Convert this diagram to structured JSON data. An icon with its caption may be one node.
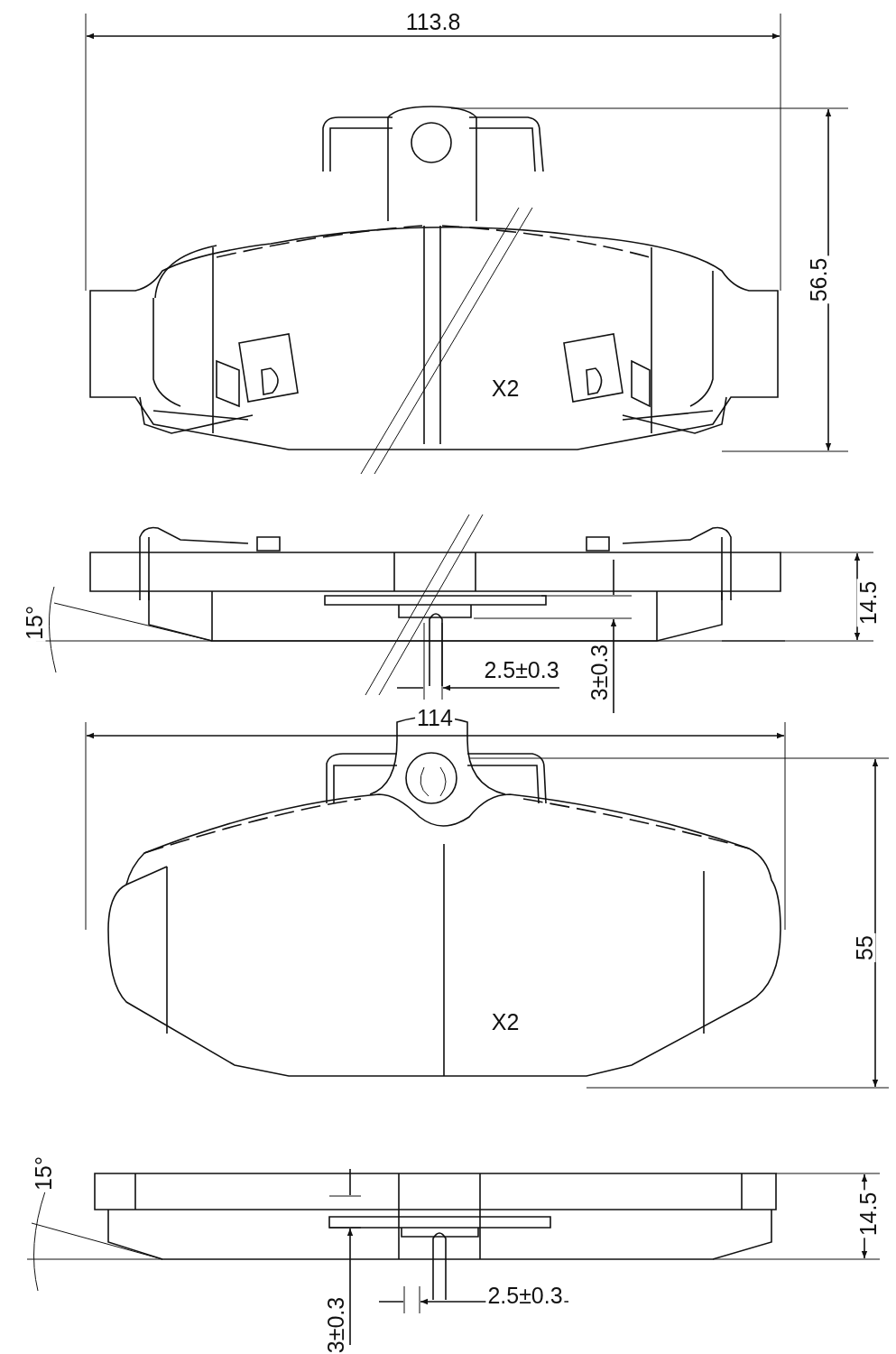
{
  "diagram": {
    "labels": [
      "113.8",
      "56.5",
      "X2",
      "15°",
      "14.5",
      "2.5±0.3",
      "3±0.3",
      "114",
      "55",
      "X2",
      "15°",
      "14.5",
      "3±0.3",
      "2.5±0.3"
    ]
  }
}
